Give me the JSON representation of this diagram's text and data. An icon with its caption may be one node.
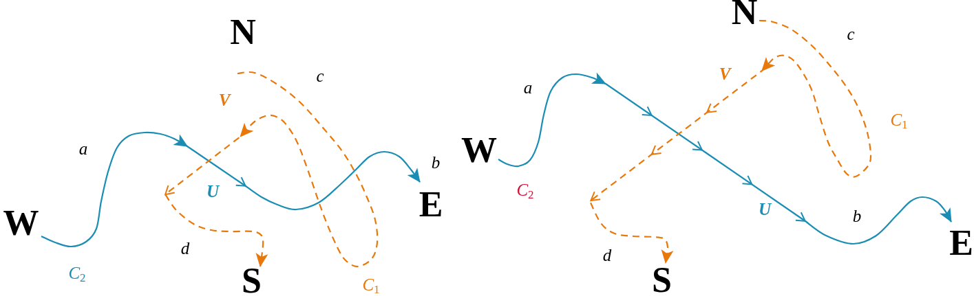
{
  "diagram": {
    "nodes": [
      {
        "text": [
          "N"
        ]
      },
      {
        "text": [
          "W"
        ]
      },
      {
        "text": [
          "E"
        ]
      },
      {
        "text": [
          "S"
        ]
      },
      {
        "text": [
          "N"
        ]
      },
      {
        "text": [
          "W"
        ]
      },
      {
        "text": [
          "E"
        ]
      },
      {
        "text": [
          "S"
        ]
      }
    ],
    "edges": [
      {
        "from": 1,
        "to": 2,
        "arrow": "to",
        "label": "U",
        "color": "#1a8db4"
      },
      {
        "from": 0,
        "to": 3,
        "arrow": "to",
        "label": "V",
        "style": "dashed",
        "color": "#e8780a"
      },
      {
        "from": 5,
        "to": 6,
        "arrow": "to",
        "label": "U",
        "color": "#1a8db4"
      },
      {
        "from": 4,
        "to": 7,
        "arrow": "to",
        "label": "V",
        "style": "dashed",
        "color": "#e8780a"
      }
    ],
    "labels": [
      "c",
      "a",
      "b",
      "d",
      "*C*$_{2}$",
      "*C*$_{1}$",
      "c",
      "a",
      "*C*$_{1}$",
      "*C*$_{2}$",
      "b",
      "d"
    ]
  }
}
